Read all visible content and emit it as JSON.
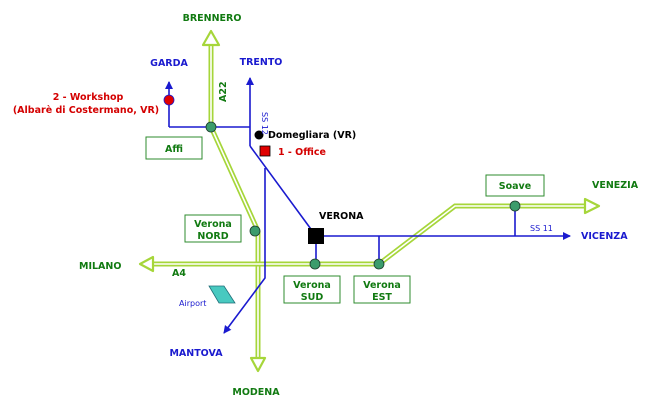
{
  "places": {
    "brennero": "BRENNERO",
    "garda": "GARDA",
    "trento": "TRENTO",
    "milano": "MILANO",
    "mantova": "MANTOVA",
    "modena": "MODENA",
    "venezia": "VENEZIA",
    "vicenza": "VICENZA",
    "verona": "VERONA",
    "domegliara": "Domegliara (VR)"
  },
  "roads": {
    "a22": "A22",
    "a4": "A4",
    "ss12": "SS 12",
    "ss11": "SS 11"
  },
  "exits": {
    "affi": "Affi",
    "verona_nord_1": "Verona",
    "verona_nord_2": "NORD",
    "verona_sud_1": "Verona",
    "verona_sud_2": "SUD",
    "verona_est_1": "Verona",
    "verona_est_2": "EST",
    "soave": "Soave"
  },
  "locations": {
    "workshop_line1": "2 - Workshop",
    "workshop_line2": "(Albarè di Costermano, VR)",
    "office": "1 - Office",
    "airport": "Airport"
  },
  "colors": {
    "highway": "#a6d63a",
    "road": "#1a1acf",
    "green_text": "#117a11",
    "red_text": "#d40000",
    "exit_dot": "#3b9c6c",
    "box_border": "#2e8b2e",
    "airport": "#48c9c0"
  }
}
